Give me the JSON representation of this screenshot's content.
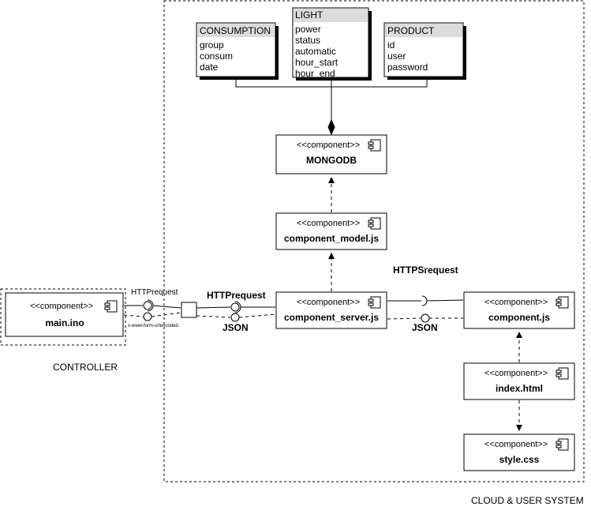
{
  "boundaries": {
    "cloud_label": "CLOUD & USER SYSTEM",
    "controller_label": "CONTROLLER"
  },
  "stereotype": "<<component>>",
  "components": {
    "mongodb": "MONGODB",
    "model": "component_model.js",
    "server": "component_server.js",
    "client": "component.js",
    "index": "index.html",
    "style": "style.css",
    "main": "main.ino"
  },
  "entities": {
    "consumption": {
      "title": "CONSUMPTION",
      "fields": [
        "group",
        "consum",
        "date"
      ]
    },
    "light": {
      "title": "LIGHT",
      "fields": [
        "power",
        "status",
        "automatic",
        "hour_start",
        "hour_end"
      ]
    },
    "product": {
      "title": "PRODUCT",
      "fields": [
        "id",
        "user",
        "password"
      ]
    }
  },
  "connectors": {
    "https_request": "HTTPSrequest",
    "json_right": "JSON",
    "http_request_mid": "HTTPrequest",
    "json_mid": "JSON",
    "http_request_small": "HTTPrequest",
    "encoding": "x-www-form-urlencoded"
  }
}
